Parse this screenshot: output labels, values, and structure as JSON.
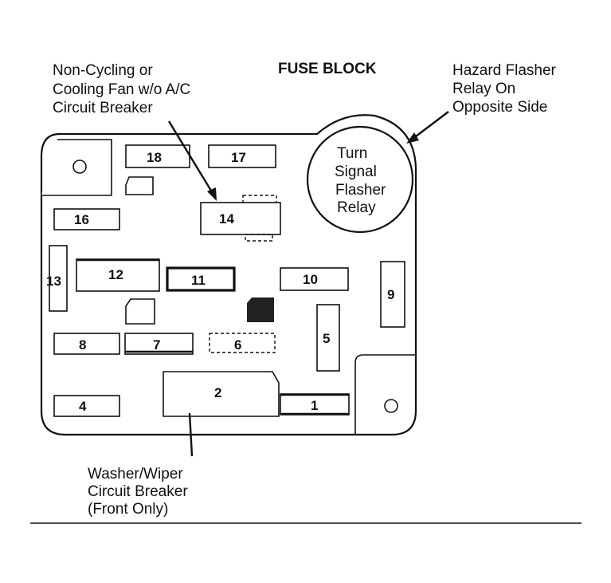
{
  "title": "FUSE BLOCK",
  "callouts": {
    "non_cycling": [
      "Non-Cycling or",
      "Cooling Fan w/o A/C",
      "Circuit Breaker"
    ],
    "hazard": [
      "Hazard Flasher",
      "Relay On",
      "Opposite Side"
    ],
    "washer": [
      "Washer/Wiper",
      "Circuit Breaker",
      "(Front Only)"
    ],
    "turn_signal": [
      "Turn",
      "Signal",
      "Flasher",
      "Relay"
    ]
  },
  "fuses": {
    "f1": "1",
    "f2": "2",
    "f4": "4",
    "f5": "5",
    "f6": "6",
    "f7": "7",
    "f8": "8",
    "f9": "9",
    "f10": "10",
    "f11": "11",
    "f12": "12",
    "f13": "13",
    "f14": "14",
    "f16": "16",
    "f17": "17",
    "f18": "18"
  }
}
